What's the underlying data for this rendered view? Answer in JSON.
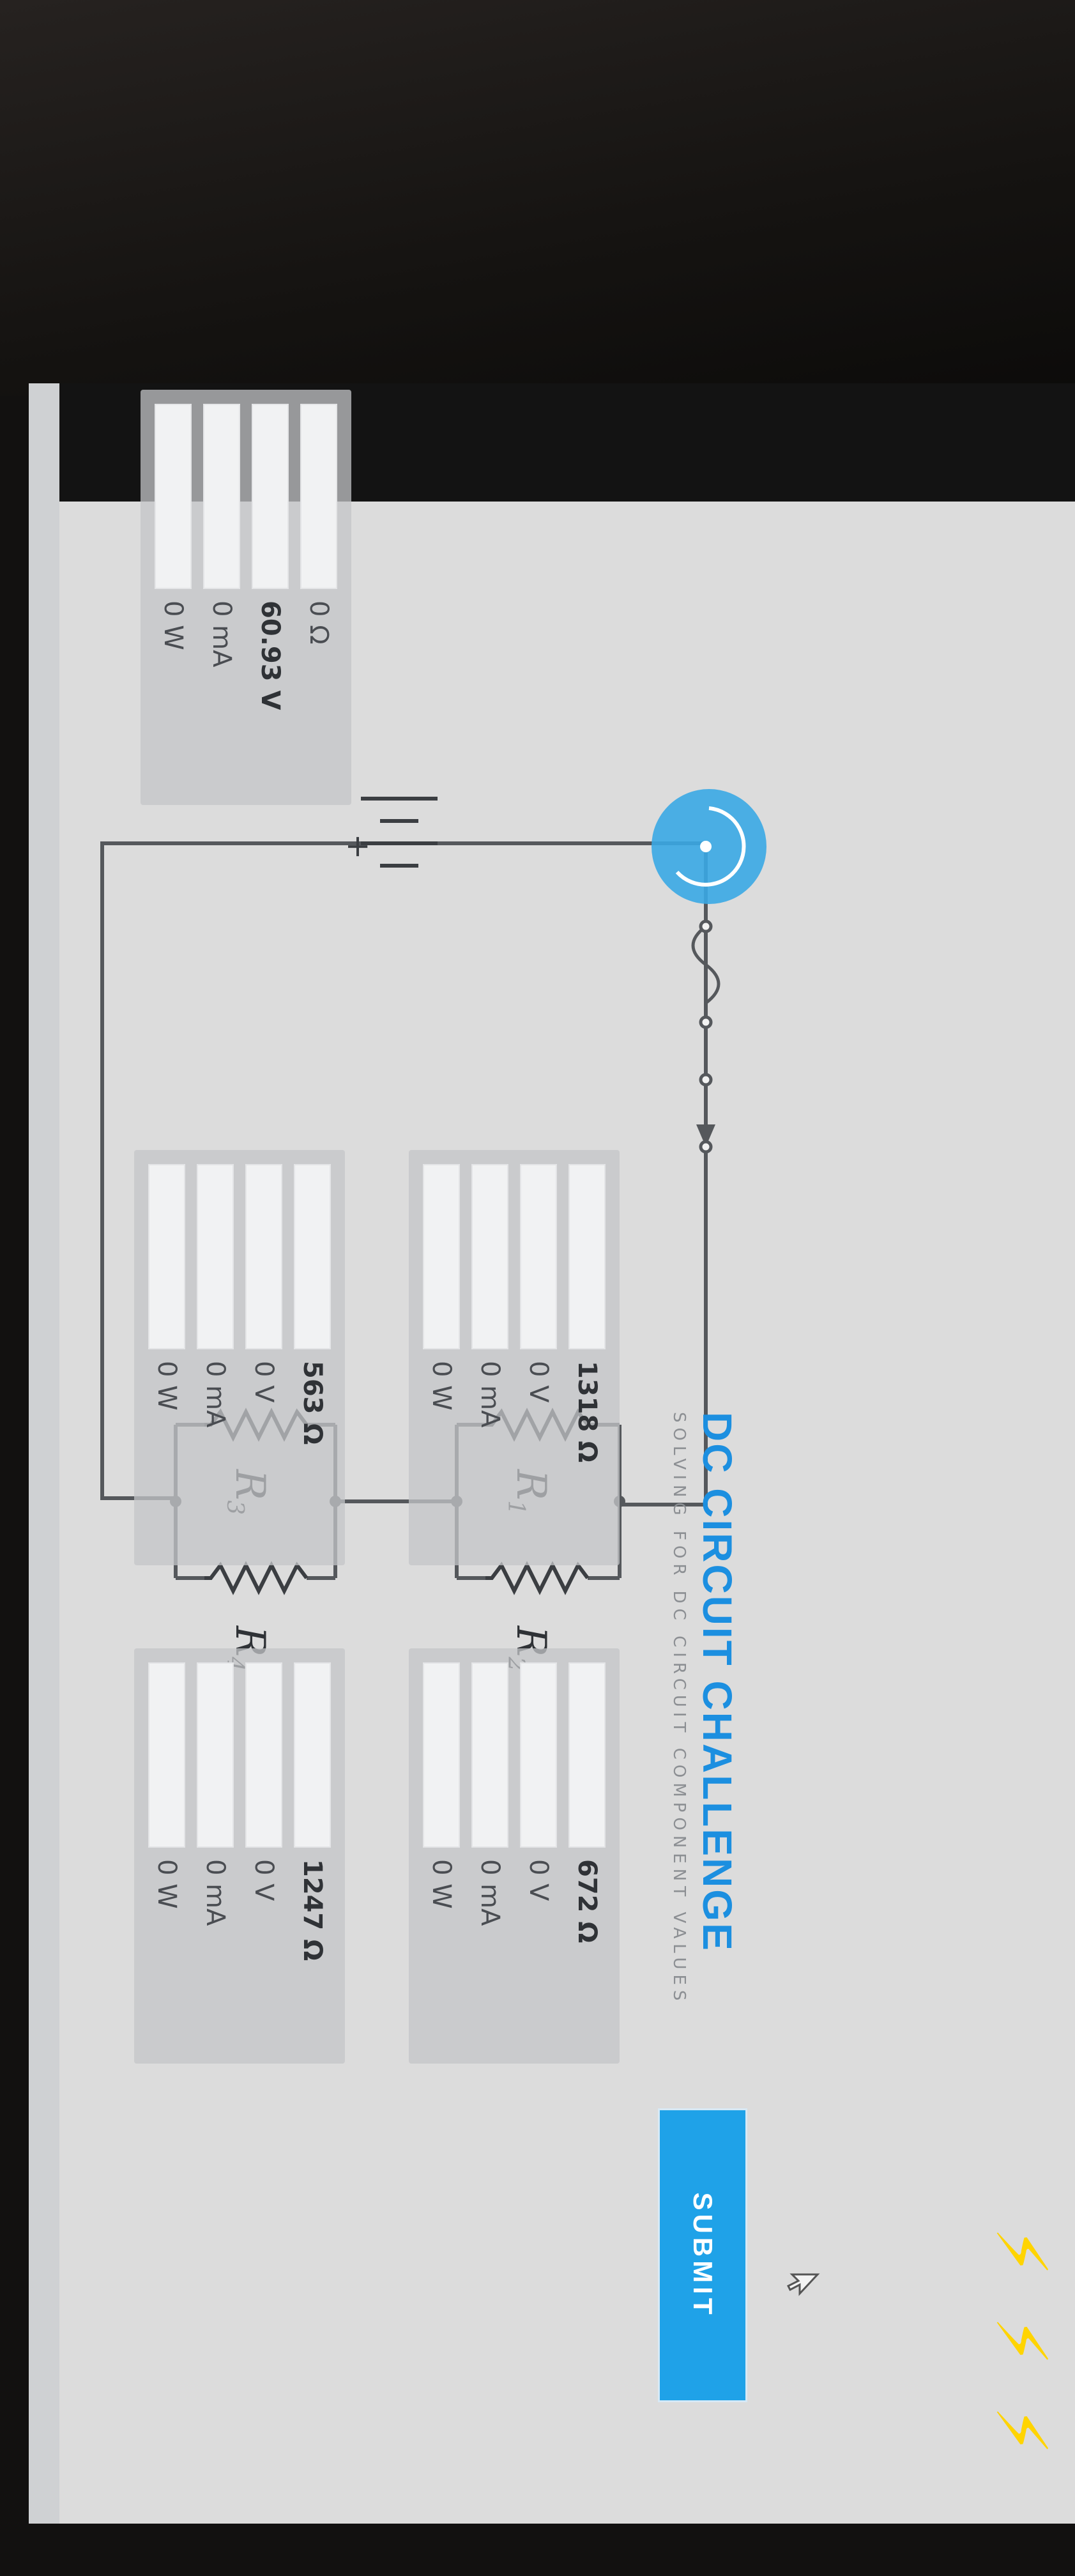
{
  "page": {
    "title": "DC CIRCUIT CHALLENGE",
    "subtitle": "SOLVING FOR DC CIRCUIT COMPONENT VALUES",
    "submit_label": "SUBMIT"
  },
  "colors": {
    "accent": "#1fa2e8",
    "title_blue": "#1c8fe0",
    "bolt": "#ffd400",
    "wire": "#55585c",
    "switch": "#3aa9e4"
  },
  "source": {
    "resistance": "0 Ω",
    "voltage": "60.93 V",
    "current": "0 mA",
    "power": "0 W"
  },
  "resistors": [
    {
      "name": "R",
      "sub": "1",
      "resistance": "1318 Ω",
      "voltage": "0 V",
      "current": "0 mA",
      "power": "0 W"
    },
    {
      "name": "R",
      "sub": "2",
      "resistance": "672 Ω",
      "voltage": "0 V",
      "current": "0 mA",
      "power": "0 W"
    },
    {
      "name": "R",
      "sub": "3",
      "resistance": "563 Ω",
      "voltage": "0 V",
      "current": "0 mA",
      "power": "0 W"
    },
    {
      "name": "R",
      "sub": "4",
      "resistance": "1247 Ω",
      "voltage": "0 V",
      "current": "0 mA",
      "power": "0 W"
    }
  ],
  "battery": {
    "plus": "+"
  },
  "icons": [
    "lightning-bolt-icon",
    "switch-icon",
    "fuse-icon",
    "current-arrow-icon",
    "mouse-cursor-icon"
  ]
}
